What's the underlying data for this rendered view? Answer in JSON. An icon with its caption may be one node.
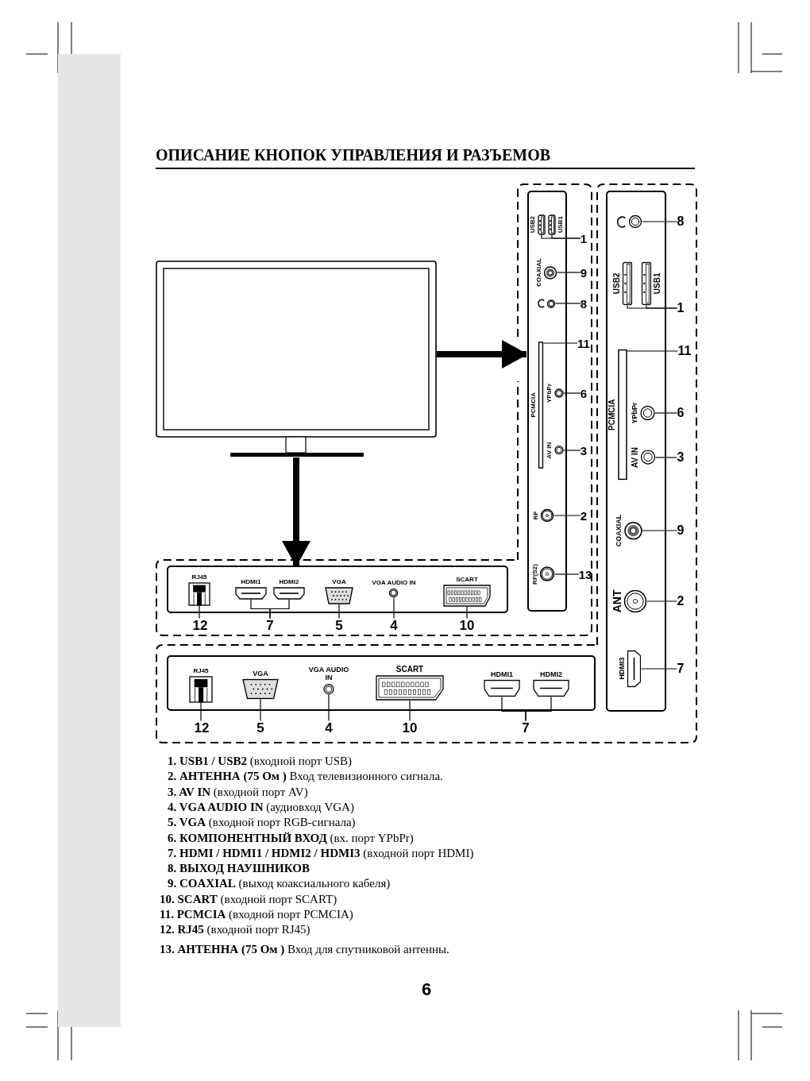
{
  "diagram": {
    "title": "ОПИСАНИЕ КНОПОК УПРАВЛЕНИЯ И РАЗЪЕМОВ",
    "nodes": [
      {
        "text": [],
        "shape": "picture"
      },
      {
        "text": [],
        "shape": "box"
      },
      {
        "text": [
          "USB2"
        ],
        "in": 1
      },
      {
        "text": [
          "USB1"
        ],
        "in": 1
      },
      {
        "text": [
          "1"
        ]
      },
      {
        "text": [
          "COAXIAL"
        ],
        "in": 1
      },
      {
        "text": [
          "9"
        ]
      },
      {
        "text": [],
        "shape": "circle",
        "in": 1
      },
      {
        "text": [
          "8"
        ]
      },
      {
        "text": [
          "PCMCIA"
        ],
        "in": 1
      },
      {
        "text": [
          "11"
        ]
      },
      {
        "text": [
          "YPbPr"
        ],
        "in": 1
      },
      {
        "text": [
          "6"
        ]
      },
      {
        "text": [
          "AV IN"
        ],
        "in": 1
      },
      {
        "text": [
          "3"
        ]
      },
      {
        "text": [
          "RF"
        ],
        "in": 1
      },
      {
        "text": [
          "2"
        ]
      },
      {
        "text": [
          "RF(S2)"
        ],
        "in": 1
      },
      {
        "text": [
          "13"
        ]
      },
      {
        "text": [],
        "shape": "box"
      },
      {
        "text": [
          "RJ45"
        ],
        "in": 19
      },
      {
        "text": [
          "HDMI1"
        ],
        "in": 19
      },
      {
        "text": [
          "HDMI2"
        ],
        "in": 19
      },
      {
        "text": [
          "VGA"
        ],
        "in": 19
      },
      {
        "text": [
          "VGA AUDIO IN"
        ],
        "in": 19
      },
      {
        "text": [
          "SCART"
        ],
        "in": 19
      },
      {
        "text": [
          "12"
        ]
      },
      {
        "text": [
          "7"
        ]
      },
      {
        "text": [
          "5"
        ]
      },
      {
        "text": [
          "4"
        ]
      },
      {
        "text": [
          "10"
        ]
      },
      {
        "text": [],
        "shape": "box"
      },
      {
        "text": [],
        "shape": "circle",
        "in": 31
      },
      {
        "text": [
          "8"
        ]
      },
      {
        "text": [
          "USB2"
        ],
        "in": 31
      },
      {
        "text": [
          "USB1"
        ],
        "in": 31
      },
      {
        "text": [
          "1"
        ]
      },
      {
        "text": [
          "PCMCIA"
        ],
        "in": 31
      },
      {
        "text": [
          "11"
        ]
      },
      {
        "text": [
          "YPbPr"
        ],
        "in": 31
      },
      {
        "text": [
          "6"
        ]
      },
      {
        "text": [
          "AV IN"
        ],
        "in": 31
      },
      {
        "text": [
          "3"
        ]
      },
      {
        "text": [
          "COAXIAL"
        ],
        "in": 31
      },
      {
        "text": [
          "9"
        ]
      },
      {
        "text": [
          "ANT"
        ],
        "in": 31
      },
      {
        "text": [
          "2"
        ]
      },
      {
        "text": [
          "HDMI3"
        ],
        "in": 31
      },
      {
        "text": [
          "7"
        ]
      },
      {
        "text": [],
        "shape": "box"
      },
      {
        "text": [
          "RJ45"
        ],
        "in": 49
      },
      {
        "text": [
          "VGA"
        ],
        "in": 49
      },
      {
        "text": [
          "VGA AUDIO IN"
        ],
        "in": 49
      },
      {
        "text": [
          "SCART"
        ],
        "in": 49
      },
      {
        "text": [
          "HDMI1"
        ],
        "in": 49
      },
      {
        "text": [
          "HDMI2"
        ],
        "in": 49
      },
      {
        "text": [
          "12"
        ]
      },
      {
        "text": [
          "5"
        ]
      },
      {
        "text": [
          "4"
        ]
      },
      {
        "text": [
          "10"
        ]
      },
      {
        "text": [
          "7"
        ]
      },
      {
        "text": [],
        "shape": "bar"
      }
    ],
    "edges": [
      {
        "from": 0,
        "to": 1,
        "arrow": "to",
        "style": "thick"
      },
      {
        "from": 0,
        "to": 19,
        "arrow": "to",
        "style": "thick"
      },
      {
        "from": 4,
        "to": 2,
        "arrow": "none"
      },
      {
        "from": 4,
        "to": 3,
        "arrow": "none"
      },
      {
        "from": 6,
        "to": 5,
        "arrow": "none"
      },
      {
        "from": 8,
        "to": 7,
        "arrow": "none"
      },
      {
        "from": 10,
        "to": 9,
        "arrow": "none"
      },
      {
        "from": 12,
        "to": 11,
        "arrow": "none"
      },
      {
        "from": 14,
        "to": 13,
        "arrow": "none"
      },
      {
        "from": 16,
        "to": 15,
        "arrow": "none"
      },
      {
        "from": 18,
        "to": 17,
        "arrow": "none"
      },
      {
        "from": 26,
        "to": 20,
        "arrow": "none"
      },
      {
        "from": 27,
        "to": 21,
        "arrow": "none"
      },
      {
        "from": 27,
        "to": 22,
        "arrow": "none"
      },
      {
        "from": 28,
        "to": 23,
        "arrow": "none"
      },
      {
        "from": 29,
        "to": 24,
        "arrow": "none"
      },
      {
        "from": 30,
        "to": 25,
        "arrow": "none"
      },
      {
        "from": 33,
        "to": 32,
        "arrow": "none"
      },
      {
        "from": 36,
        "to": 34,
        "arrow": "none"
      },
      {
        "from": 36,
        "to": 35,
        "arrow": "none"
      },
      {
        "from": 38,
        "to": 37,
        "arrow": "none"
      },
      {
        "from": 40,
        "to": 39,
        "arrow": "none"
      },
      {
        "from": 42,
        "to": 41,
        "arrow": "none"
      },
      {
        "from": 44,
        "to": 43,
        "arrow": "none"
      },
      {
        "from": 46,
        "to": 45,
        "arrow": "none"
      },
      {
        "from": 48,
        "to": 47,
        "arrow": "none"
      },
      {
        "from": 56,
        "to": 50,
        "arrow": "none"
      },
      {
        "from": 57,
        "to": 51,
        "arrow": "none"
      },
      {
        "from": 58,
        "to": 52,
        "arrow": "none"
      },
      {
        "from": 59,
        "to": 53,
        "arrow": "none"
      },
      {
        "from": 60,
        "to": 54,
        "arrow": "none"
      },
      {
        "from": 60,
        "to": 55,
        "arrow": "none"
      }
    ],
    "labels": [
      "**1. USB1 / USB2** (входной порт USB)",
      "**2. АНТЕННА (75 Ом )** Вход телевизионного сигнала.",
      "**3. AV IN** (входной порт AV)",
      "**4. VGA AUDIO IN** (аудиовход VGA)",
      "**5. VGA** (входной порт RGB-сигнала)",
      "**6. КОМПОНЕНТНЫЙ ВХОД** (вх. порт YPbPr)",
      "**7. HDMI / HDMI1 / HDMI2 / HDMI3** (входной порт HDMI)",
      "**8. ВЫХОД НАУШНИКОВ**",
      "**9. COAXIAL** (выход коаксиального кабеля)",
      "**10. SCART** (входной порт SCART)",
      "**11. PCMCIA** (входной порт PCMCIA)",
      "**12. RJ45** (входной порт RJ45)",
      "**13. АНТЕННА (75 Ом )** Вход для спутниковой антенны.",
      "6"
    ]
  }
}
